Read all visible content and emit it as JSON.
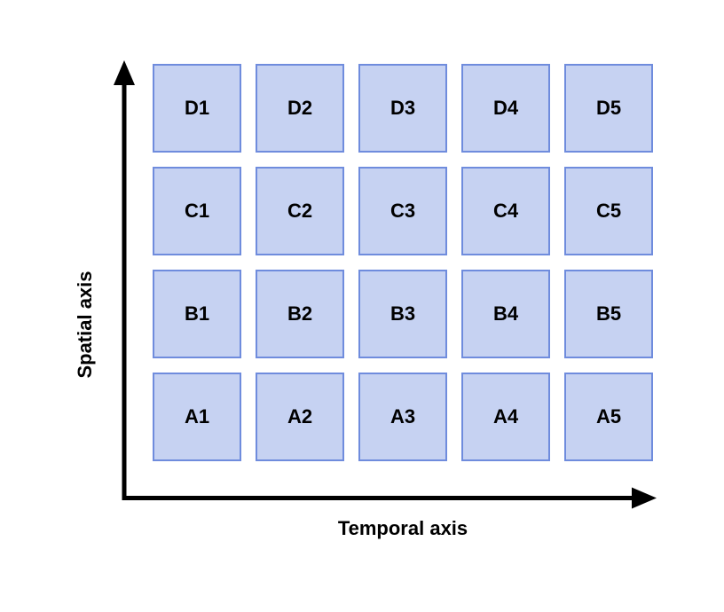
{
  "figure": {
    "y_axis": {
      "label": "Spatial axis"
    },
    "x_axis": {
      "label": "Temporal axis"
    },
    "grid": {
      "rows": [
        "D",
        "C",
        "B",
        "A"
      ],
      "columns": [
        "1",
        "2",
        "3",
        "4",
        "5"
      ],
      "cells": [
        [
          "D1",
          "D2",
          "D3",
          "D4",
          "D5"
        ],
        [
          "C1",
          "C2",
          "C3",
          "C4",
          "C5"
        ],
        [
          "B1",
          "B2",
          "B3",
          "B4",
          "B5"
        ],
        [
          "A1",
          "A2",
          "A3",
          "A4",
          "A5"
        ]
      ]
    },
    "colors": {
      "background": "#ffffff",
      "cell_fill": "#c6d2f2",
      "cell_border": "#6f8cdd",
      "cell_text": "#000000",
      "axis_line": "#000000",
      "label_text": "#000000"
    }
  }
}
